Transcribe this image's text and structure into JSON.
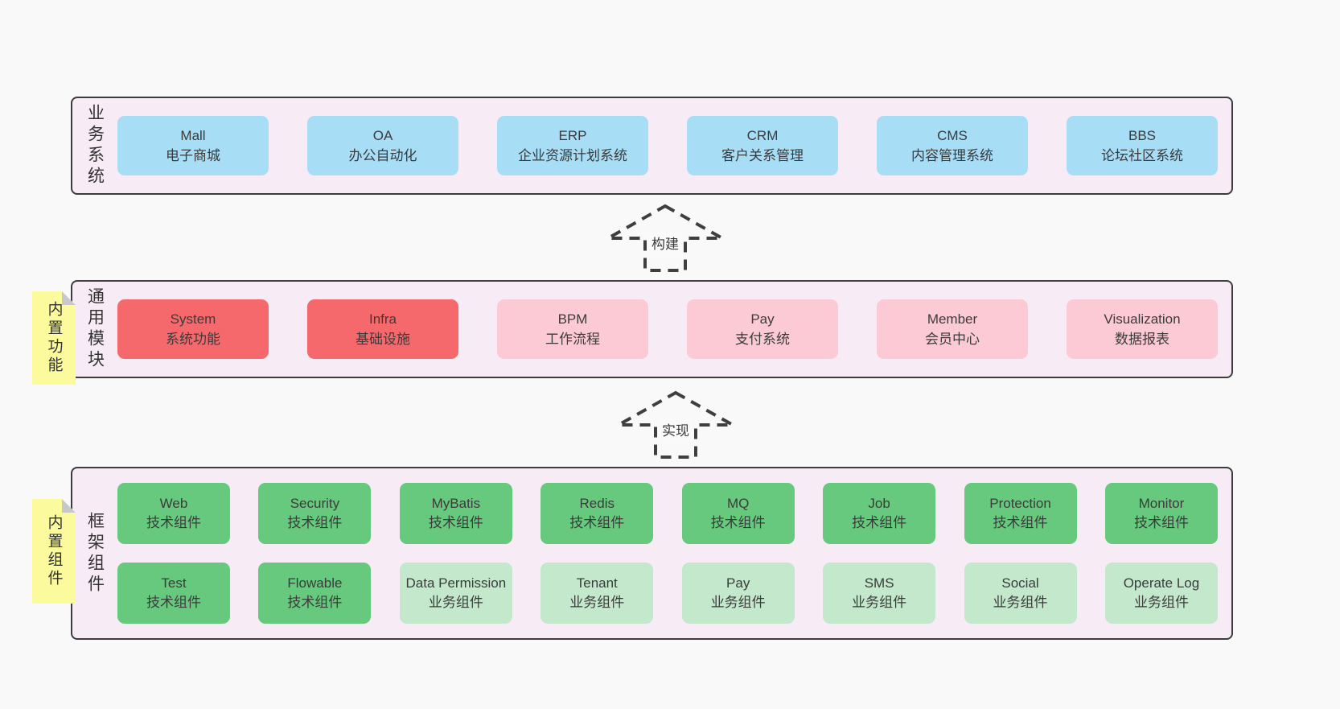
{
  "colors": {
    "page_bg": "#f9f9f9",
    "panel_bg": "#f7ecf5",
    "panel_border": "#3c3c3c",
    "blue_box": "#a8ddf6",
    "red_box": "#f5696c",
    "pink_box": "#fccad4",
    "green_dark_box": "#66c97d",
    "green_light_box": "#c3e8cc",
    "sticky_yellow": "#fbfa9d",
    "sticky_fold_gray": "#c8c8c8",
    "text": "#3b3b3b"
  },
  "arrows": [
    {
      "label": "构建"
    },
    {
      "label": "实现"
    }
  ],
  "sections": [
    {
      "label": "业务系统",
      "rows": [
        [
          {
            "en": "Mall",
            "zh": "电子商城"
          },
          {
            "en": "OA",
            "zh": "办公自动化"
          },
          {
            "en": "ERP",
            "zh": "企业资源计划系统"
          },
          {
            "en": "CRM",
            "zh": "客户关系管理"
          },
          {
            "en": "CMS",
            "zh": "内容管理系统"
          },
          {
            "en": "BBS",
            "zh": "论坛社区系统"
          }
        ]
      ]
    },
    {
      "label": "通用模块",
      "sticky": "内置功能",
      "rows": [
        [
          {
            "en": "System",
            "zh": "系统功能"
          },
          {
            "en": "Infra",
            "zh": "基础设施"
          },
          {
            "en": "BPM",
            "zh": "工作流程"
          },
          {
            "en": "Pay",
            "zh": "支付系统"
          },
          {
            "en": "Member",
            "zh": "会员中心"
          },
          {
            "en": "Visualization",
            "zh": "数据报表"
          }
        ]
      ]
    },
    {
      "label": "框架组件",
      "sticky": "内置组件",
      "rows": [
        [
          {
            "en": "Web",
            "zh": "技术组件"
          },
          {
            "en": "Security",
            "zh": "技术组件"
          },
          {
            "en": "MyBatis",
            "zh": "技术组件"
          },
          {
            "en": "Redis",
            "zh": "技术组件"
          },
          {
            "en": "MQ",
            "zh": "技术组件"
          },
          {
            "en": "Job",
            "zh": "技术组件"
          },
          {
            "en": "Protection",
            "zh": "技术组件"
          },
          {
            "en": "Monitor",
            "zh": "技术组件"
          }
        ],
        [
          {
            "en": "Test",
            "zh": "技术组件"
          },
          {
            "en": "Flowable",
            "zh": "技术组件"
          },
          {
            "en": "Data Permission",
            "zh": "业务组件"
          },
          {
            "en": "Tenant",
            "zh": "业务组件"
          },
          {
            "en": "Pay",
            "zh": "业务组件"
          },
          {
            "en": "SMS",
            "zh": "业务组件"
          },
          {
            "en": "Social",
            "zh": "业务组件"
          },
          {
            "en": "Operate Log",
            "zh": "业务组件"
          }
        ]
      ]
    }
  ]
}
